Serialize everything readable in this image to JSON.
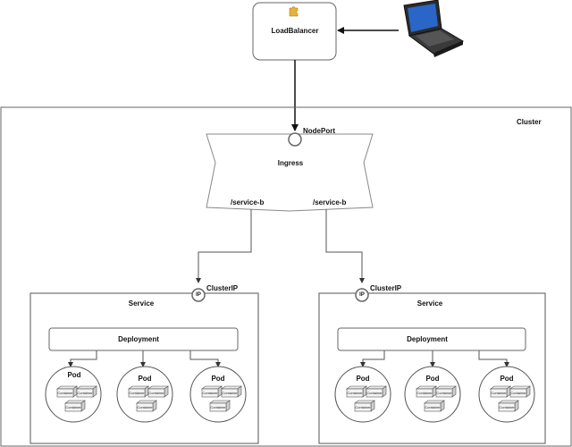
{
  "load_balancer": {
    "label": "LoadBalancer",
    "icon": "puzzle-icon"
  },
  "client": {
    "icon": "laptop-icon"
  },
  "cluster": {
    "label": "Cluster"
  },
  "ingress": {
    "label": "Ingress",
    "nodeport_label": "NodePort",
    "route_left": "/service-b",
    "route_right": "/service-b"
  },
  "services": [
    {
      "label": "Service",
      "clusterip_label": "ClusterIP",
      "ip_label": "IP",
      "deployment_label": "Deployment",
      "pods": [
        {
          "label": "Pod",
          "containers": [
            "Container",
            "Container",
            "Container"
          ]
        },
        {
          "label": "Pod",
          "containers": [
            "Container",
            "Container",
            "Container"
          ]
        },
        {
          "label": "Pod",
          "containers": [
            "Container",
            "Container",
            "Container"
          ]
        }
      ]
    },
    {
      "label": "Service",
      "clusterip_label": "ClusterIP",
      "ip_label": "IP",
      "deployment_label": "Deployment",
      "pods": [
        {
          "label": "Pod",
          "containers": [
            "Container",
            "Container",
            "Container"
          ]
        },
        {
          "label": "Pod",
          "containers": [
            "Container",
            "Container",
            "Container"
          ]
        },
        {
          "label": "Pod",
          "containers": [
            "Container",
            "Container",
            "Container"
          ]
        }
      ]
    }
  ]
}
